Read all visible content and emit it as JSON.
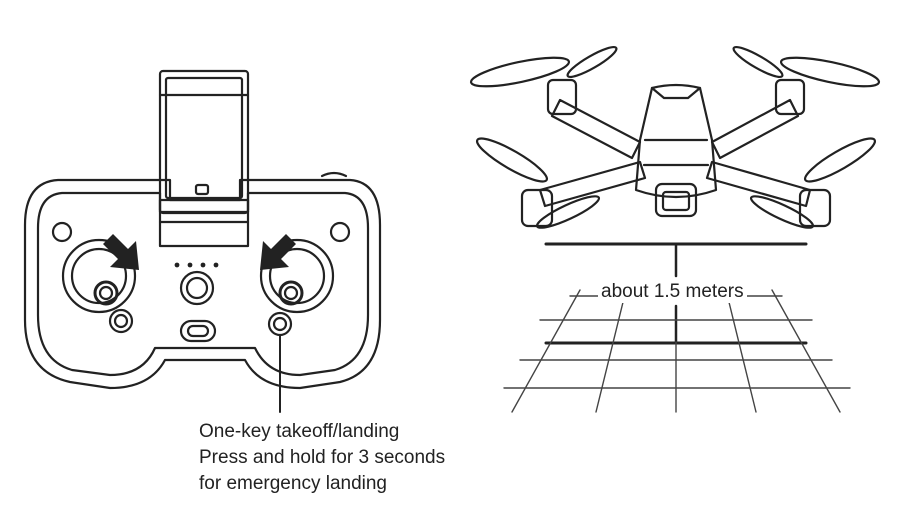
{
  "distance_label": "about 1.5 meters",
  "note": {
    "line1": "One-key takeoff/landing",
    "line2": "Press and hold for 3 seconds",
    "line3": "for emergency landing"
  }
}
